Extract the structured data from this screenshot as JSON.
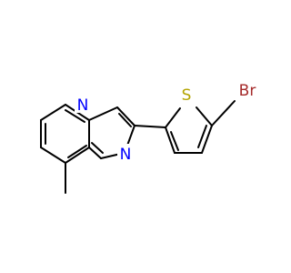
{
  "atoms": {
    "S": "S",
    "Br": "Br",
    "N_imidazole": "N",
    "N_bridge": "N"
  },
  "colors": {
    "bond": "#000000",
    "sulfur": "#b3a400",
    "bromine": "#a52a2a",
    "nitrogen": "#0000ff"
  }
}
